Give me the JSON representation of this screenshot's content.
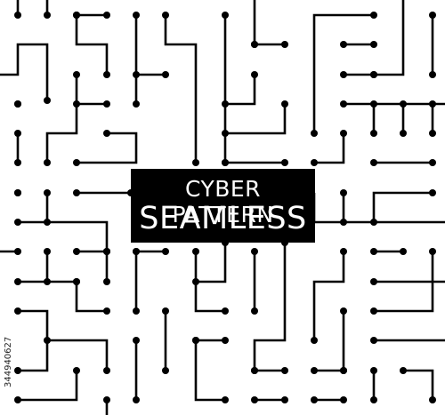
{
  "title": {
    "line1": "CYBER PATTERN",
    "line2": "SEAMLESS"
  },
  "watermark_id": "344940627",
  "colors": {
    "background": "#ffffff",
    "trace": "#000000",
    "banner": "#000000",
    "banner_text": "#ffffff"
  }
}
